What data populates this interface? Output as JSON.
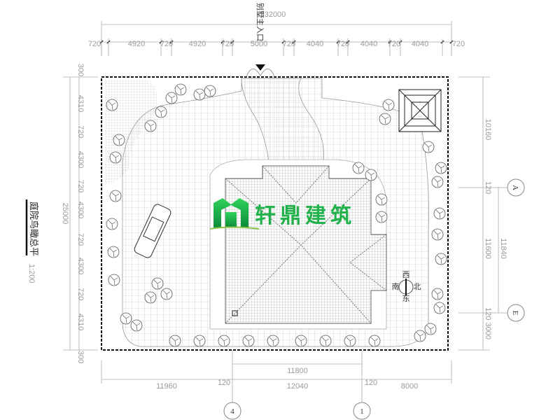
{
  "drawing": {
    "title": "庭院鸟瞰总平",
    "scale": "1:200",
    "entrance_label": "别墅主入口",
    "logo_text": "轩鼎建筑",
    "compass": {
      "top": "西",
      "left": "南",
      "right": "北",
      "bottom": "东"
    }
  },
  "dimensions": {
    "top_total": "32000",
    "top_segments": [
      "720",
      "4920",
      "720",
      "4920",
      "720",
      "5000",
      "720",
      "4040",
      "720",
      "4040",
      "720",
      "4040",
      "720"
    ],
    "left_total": "25000",
    "left_segments": [
      "300",
      "4310",
      "720",
      "4300",
      "720",
      "4300",
      "720",
      "4300",
      "720",
      "4310",
      "300"
    ],
    "right_segments": [
      "10160",
      "120",
      "11600",
      "120 3000"
    ],
    "right_axis_span": "11840",
    "bottom_segments": [
      "11960",
      "120",
      "12040",
      "120",
      "8000"
    ],
    "bottom_axis_span": "11800"
  },
  "axes": {
    "a": "A",
    "e": "E",
    "four": "4",
    "one": "1"
  },
  "colors": {
    "logo_green": "#22b24c",
    "line": "#9a9a9a"
  }
}
